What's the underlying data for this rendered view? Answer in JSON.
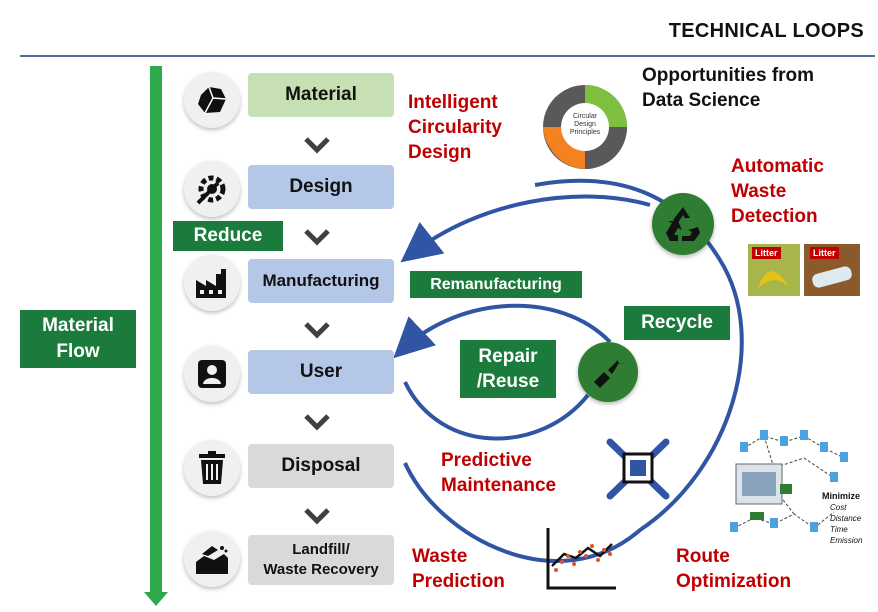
{
  "header": {
    "title": "TECHNICAL LOOPS"
  },
  "material_flow_label": "Material\nFlow",
  "stages": [
    {
      "label": "Material",
      "icon": "rock-icon",
      "color": "#c6e0b4"
    },
    {
      "label": "Design",
      "icon": "design-gear-icon",
      "color": "#b4c7e7"
    },
    {
      "label": "Manufacturing",
      "icon": "factory-icon",
      "color": "#b4c7e7"
    },
    {
      "label": "User",
      "icon": "user-icon",
      "color": "#b4c7e7"
    },
    {
      "label": "Disposal",
      "icon": "trash-icon",
      "color": "#d9d9d9"
    },
    {
      "label": "Landfill/\nWaste Recovery",
      "icon": "landfill-icon",
      "color": "#d9d9d9"
    }
  ],
  "loops": {
    "reduce": "Reduce",
    "remanufacturing": "Remanufacturing",
    "repair_reuse": "Repair\n/Reuse",
    "recycle": "Recycle"
  },
  "data_science": {
    "heading": "Opportunities from\nData Science",
    "intelligent_design": "Intelligent\nCircularity\nDesign",
    "design_wheel_text": "Circular\nDesign\nPrinciples",
    "automatic_waste": "Automatic\nWaste\nDetection",
    "litter_label_1": "Litter",
    "litter_label_2": "Litter",
    "predictive_maintenance": "Predictive\nMaintenance",
    "waste_prediction": "Waste\nPrediction",
    "route_optimization": "Route\nOptimization",
    "route_minimize": "Minimize",
    "route_items": [
      "Cost",
      "Distance",
      "Time",
      "Emission"
    ]
  },
  "colors": {
    "flow_green": "#2eaa4c",
    "dark_green": "#1a7b3c",
    "arrow_blue": "#2f55a4",
    "red_text": "#c00000",
    "wheel_orange": "#f58220",
    "wheel_gray": "#595959"
  }
}
